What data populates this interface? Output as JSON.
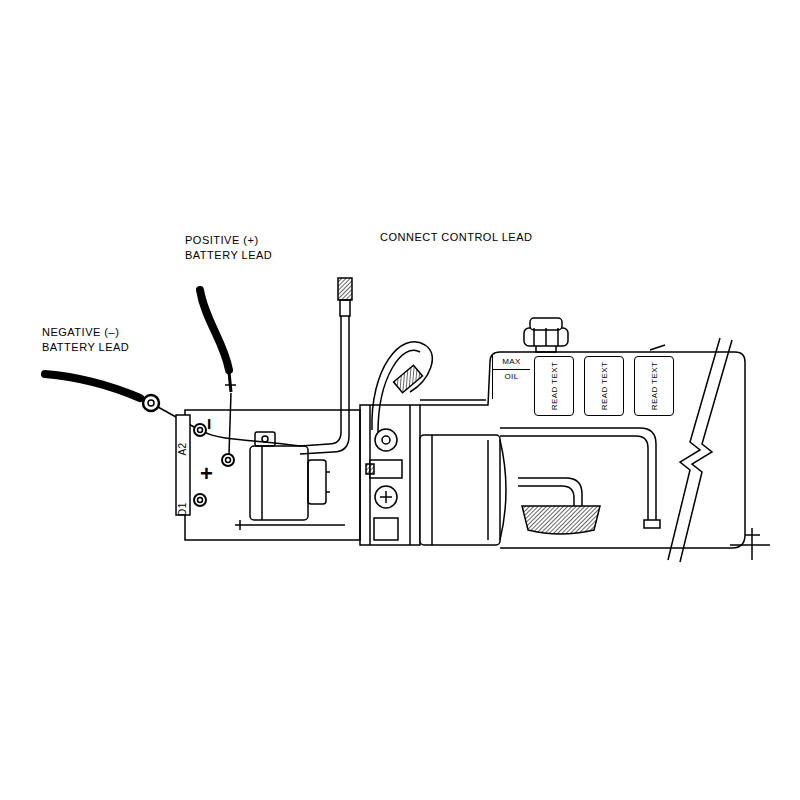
{
  "diagram": {
    "nodes": [
      {
        "text": [
          "MAX",
          "OIL"
        ]
      },
      {
        "text": [
          "READ TEXT"
        ]
      },
      {
        "text": [
          "READ TEXT"
        ]
      },
      {
        "text": [
          "READ TEXT"
        ]
      }
    ],
    "labels": [
      "POSITIVE (+) BATTERY LEAD",
      "NEGATIVE (–) BATTERY LEAD",
      "CONNECT CONTROL LEAD",
      "A2",
      "D1",
      "+",
      "−"
    ]
  }
}
